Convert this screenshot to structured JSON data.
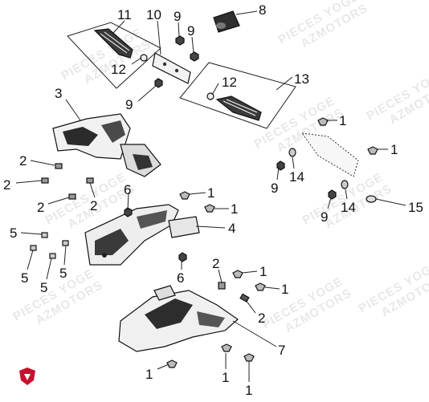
{
  "diagram": {
    "watermark_lines": [
      "PIECES YOGE",
      "AZMOTORS"
    ],
    "callouts": [
      {
        "id": "c11",
        "label": "11"
      },
      {
        "id": "c10",
        "label": "10"
      },
      {
        "id": "c9a",
        "label": "9"
      },
      {
        "id": "c9b",
        "label": "9"
      },
      {
        "id": "c8",
        "label": "8"
      },
      {
        "id": "c12a",
        "label": "12"
      },
      {
        "id": "c3",
        "label": "3"
      },
      {
        "id": "c12b",
        "label": "12"
      },
      {
        "id": "c13",
        "label": "13"
      },
      {
        "id": "c9c",
        "label": "9"
      },
      {
        "id": "c1a",
        "label": "1"
      },
      {
        "id": "c1b",
        "label": "1"
      },
      {
        "id": "c2a",
        "label": "2"
      },
      {
        "id": "c2b",
        "label": "2"
      },
      {
        "id": "c2c",
        "label": "2"
      },
      {
        "id": "c2d",
        "label": "2"
      },
      {
        "id": "c14a",
        "label": "14"
      },
      {
        "id": "c9d",
        "label": "9"
      },
      {
        "id": "c14b",
        "label": "14"
      },
      {
        "id": "c9e",
        "label": "9"
      },
      {
        "id": "c15",
        "label": "15"
      },
      {
        "id": "c6a",
        "label": "6"
      },
      {
        "id": "c1c",
        "label": "1"
      },
      {
        "id": "c1d",
        "label": "1"
      },
      {
        "id": "c4",
        "label": "4"
      },
      {
        "id": "c5a",
        "label": "5"
      },
      {
        "id": "c5b",
        "label": "5"
      },
      {
        "id": "c5c",
        "label": "5"
      },
      {
        "id": "c5d",
        "label": "5"
      },
      {
        "id": "c6b",
        "label": "6"
      },
      {
        "id": "c2e",
        "label": "2"
      },
      {
        "id": "c1e",
        "label": "1"
      },
      {
        "id": "c1f",
        "label": "1"
      },
      {
        "id": "c2f",
        "label": "2"
      },
      {
        "id": "c7",
        "label": "7"
      },
      {
        "id": "c1g",
        "label": "1"
      },
      {
        "id": "c1h",
        "label": "1"
      },
      {
        "id": "c1i",
        "label": "1"
      }
    ]
  }
}
